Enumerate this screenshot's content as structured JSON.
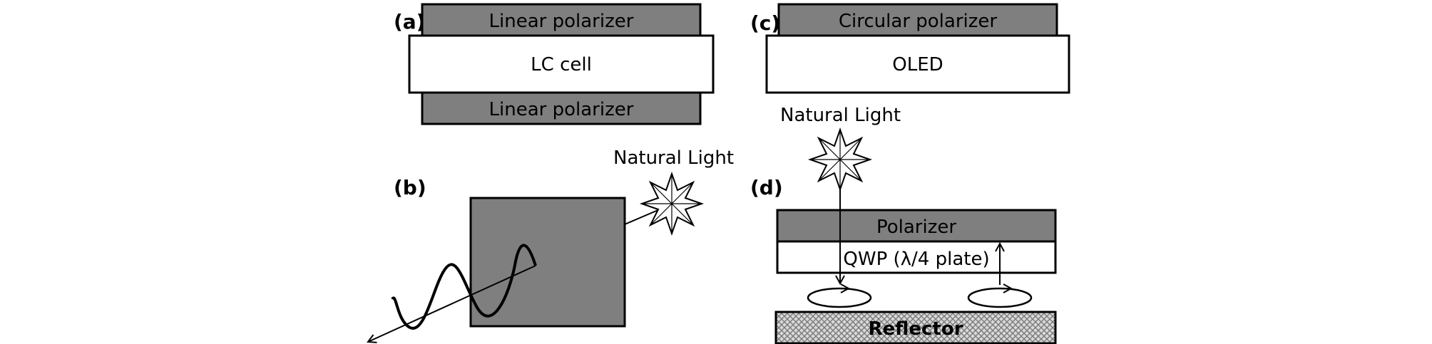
{
  "panels": {
    "a": {
      "label": "(a)",
      "top_layer": "Linear polarizer",
      "middle_layer": "LC cell",
      "bottom_layer": "Linear polarizer"
    },
    "b": {
      "label": "(b)",
      "light_label": "Natural Light"
    },
    "c": {
      "label": "(c)",
      "top_layer": "Circular polarizer",
      "bottom_layer": "OLED"
    },
    "d": {
      "label": "(d)",
      "light_label": "Natural Light",
      "polarizer": "Polarizer",
      "qwp": "QWP (λ/4 plate)",
      "reflector": "Reflector"
    }
  },
  "colors": {
    "layer_gray": "#7f7f7f",
    "stroke": "#000000",
    "background": "#ffffff"
  }
}
